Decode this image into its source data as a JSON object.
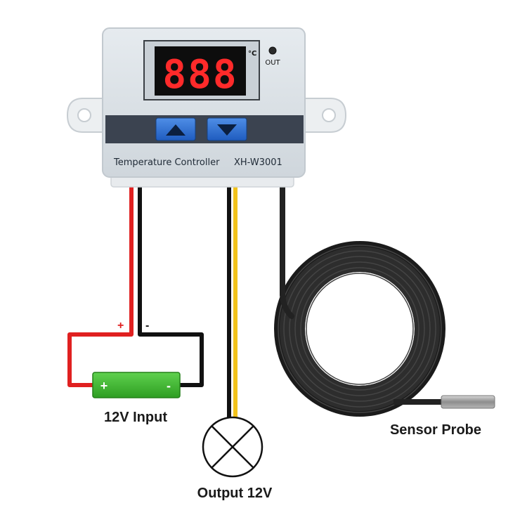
{
  "controller": {
    "display_value": "888",
    "unit": "°C",
    "out_label": "OUT",
    "name": "Temperature Controller",
    "model": "XH-W3001",
    "buttons": {
      "up": "up-arrow",
      "down": "down-arrow"
    },
    "display_color": "#ff2a2a",
    "housing_color": "#d7dde2"
  },
  "wiring": {
    "input": {
      "caption": "12V Input",
      "plus_label": "+",
      "minus_label": "-",
      "battery_plus": "+",
      "battery_minus": "-",
      "battery_color": "#3dbb2f",
      "positive_wire_color": "#e02020",
      "negative_wire_color": "#111111"
    },
    "output": {
      "caption": "Output 12V",
      "load_icon": "lamp-icon",
      "wire_colors": [
        "#111111",
        "#f2c21a"
      ]
    },
    "sensor": {
      "caption": "Sensor Probe",
      "cable_color": "#2a2a2a"
    }
  }
}
